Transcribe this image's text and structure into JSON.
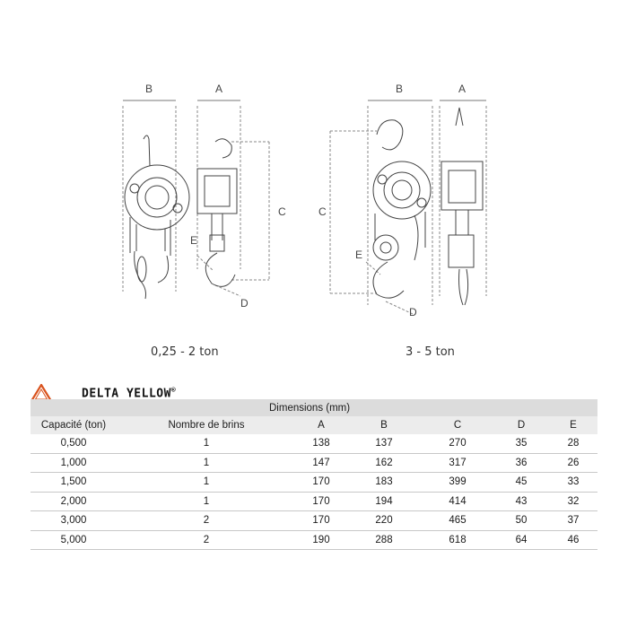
{
  "labels": {
    "left_B": "B",
    "left_A": "A",
    "left_C": "C",
    "left_D": "D",
    "left_E": "E",
    "right_B": "B",
    "right_A": "A",
    "right_C": "C",
    "right_D": "D",
    "right_E": "E"
  },
  "captions": {
    "small": "0,25 - 2 ton",
    "large": "3 - 5 ton"
  },
  "brand": {
    "name": "DELTA YELLOW",
    "mark": "®"
  },
  "table": {
    "dimensions_title": "Dimensions (mm)",
    "headers": [
      "Capacité (ton)",
      "Nombre de brins",
      "A",
      "B",
      "C",
      "D",
      "E"
    ],
    "rows": [
      [
        "0,500",
        "1",
        "138",
        "137",
        "270",
        "35",
        "28"
      ],
      [
        "1,000",
        "1",
        "147",
        "162",
        "317",
        "36",
        "26"
      ],
      [
        "1,500",
        "1",
        "170",
        "183",
        "399",
        "45",
        "33"
      ],
      [
        "2,000",
        "1",
        "170",
        "194",
        "414",
        "43",
        "32"
      ],
      [
        "3,000",
        "2",
        "170",
        "220",
        "465",
        "50",
        "37"
      ],
      [
        "5,000",
        "2",
        "190",
        "288",
        "618",
        "64",
        "46"
      ]
    ]
  }
}
